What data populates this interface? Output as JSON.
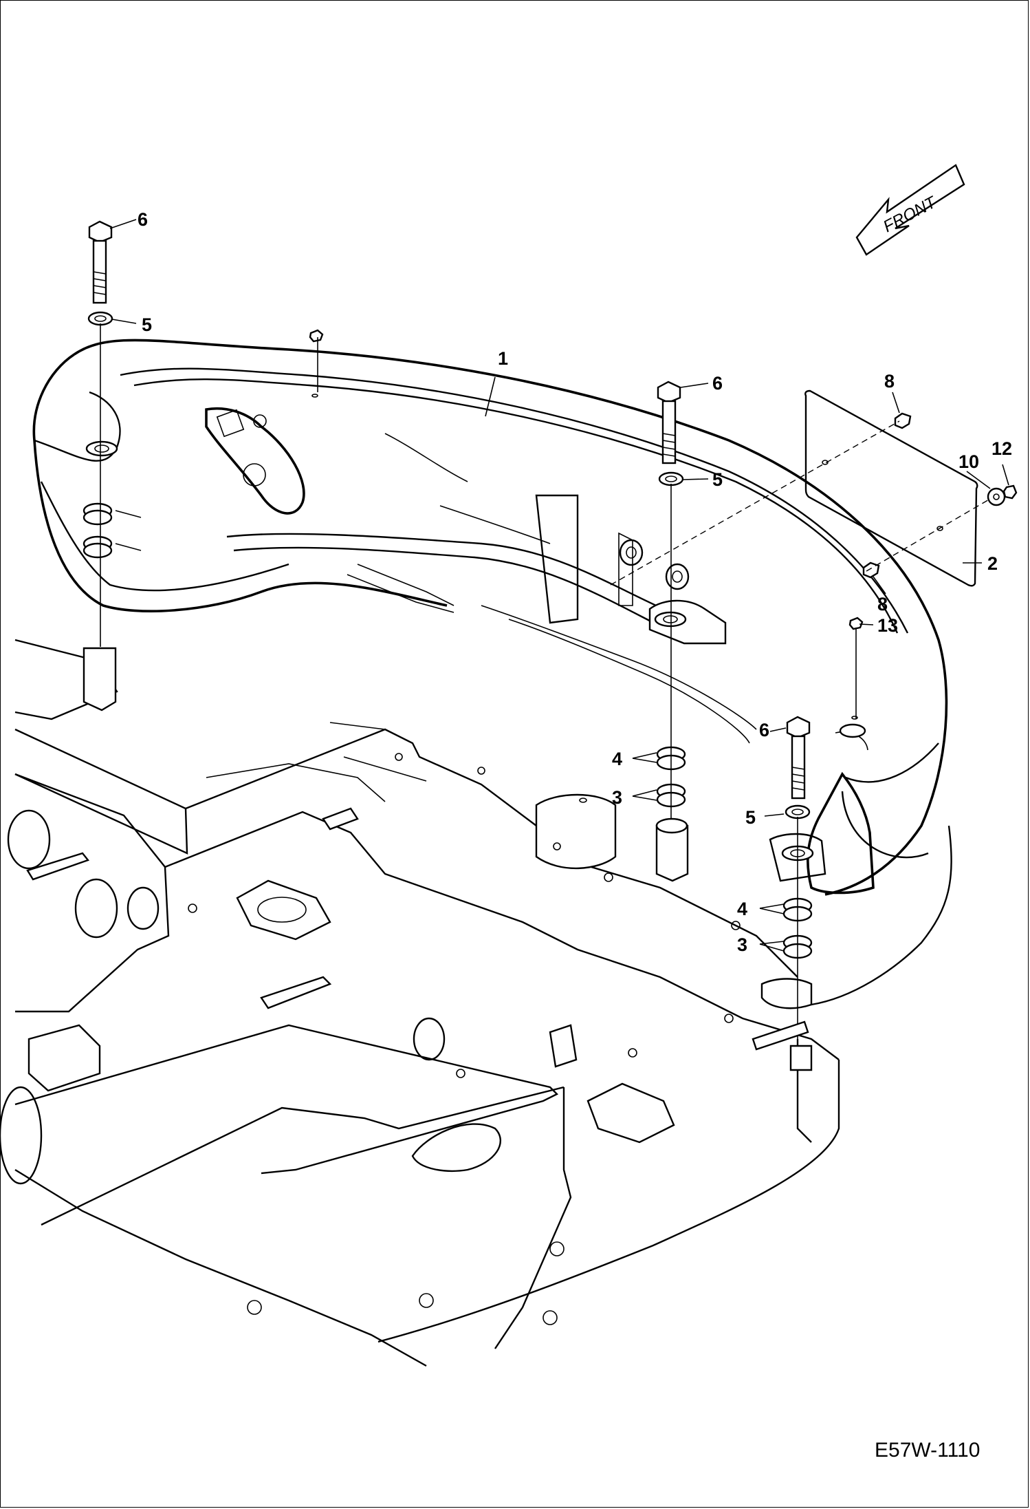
{
  "diagram": {
    "drawing_id": "E57W-1110",
    "front_label": "FRONT",
    "callouts": {
      "c1": "1",
      "c2": "2",
      "c3": "3",
      "c4": "4",
      "c5": "5",
      "c6": "6",
      "c8": "8",
      "c10": "10",
      "c12": "12",
      "c13": "13"
    }
  },
  "colors": {
    "line": "#000000",
    "background": "#ffffff"
  }
}
